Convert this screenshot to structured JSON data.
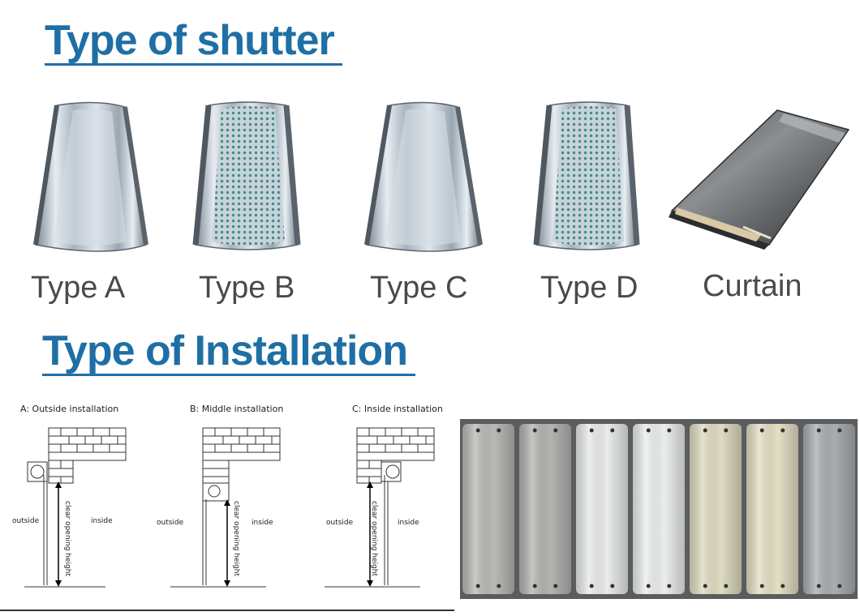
{
  "shutter_section": {
    "title": "Type of shutter",
    "items": [
      {
        "label": "Type A",
        "icon": "solid-slat-icon"
      },
      {
        "label": "Type B",
        "icon": "perforated-slat-icon"
      },
      {
        "label": "Type C",
        "icon": "solid-slat-icon"
      },
      {
        "label": "Type D",
        "icon": "perforated-slat-icon"
      },
      {
        "label": "Curtain",
        "icon": "insulated-curtain-slat-icon"
      }
    ]
  },
  "installation_section": {
    "title": "Type of Installation",
    "diagrams": [
      {
        "caption": "A: Outside installation",
        "outside": "outside",
        "inside": "inside",
        "height_label": "clear opening height"
      },
      {
        "caption": "B: Middle installation",
        "outside": "outside",
        "inside": "inside",
        "height_label": "clear opening height"
      },
      {
        "caption": "C: Inside installation",
        "outside": "outside",
        "inside": "inside",
        "height_label": "clear opening height"
      }
    ]
  },
  "colors": {
    "heading": "#1f6fa5",
    "label": "#4a4a4a",
    "slat_colors": [
      "#b9bab6",
      "#b3b4b0",
      "#e9eaea",
      "#eceeee",
      "#dedbc2",
      "#e3dfc4",
      "#a9adb0"
    ]
  }
}
